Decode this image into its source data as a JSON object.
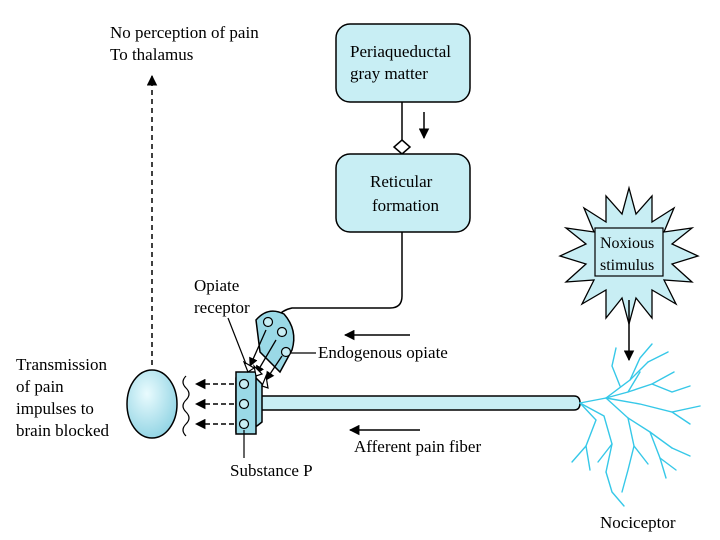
{
  "colors": {
    "box_fill": "#c8eef4",
    "neuron_fill": "#9ad9e6",
    "nociceptor_stroke": "#36c8e8",
    "stroke": "#000000"
  },
  "labels": {
    "no_perception_line1": "No perception of pain",
    "no_perception_line2": "To thalamus",
    "periaqueductal_line1": "Periaqueductal",
    "periaqueductal_line2": "gray matter",
    "reticular_line1": "Reticular",
    "reticular_line2": "formation",
    "noxious_line1": "Noxious",
    "noxious_line2": "stimulus",
    "opiate_receptor_line1": "Opiate",
    "opiate_receptor_line2": "receptor",
    "endogenous_opiate": "Endogenous opiate",
    "transmission_line1": "Transmission",
    "transmission_line2": "of pain",
    "transmission_line3": "impulses to",
    "transmission_line4": "brain blocked",
    "afferent_fiber": "Afferent pain fiber",
    "substance_p": "Substance P",
    "nociceptor": "Nociceptor"
  },
  "icons": {
    "stimulus": "starburst-icon",
    "postsynaptic_neuron": "neuron-cell-icon"
  }
}
